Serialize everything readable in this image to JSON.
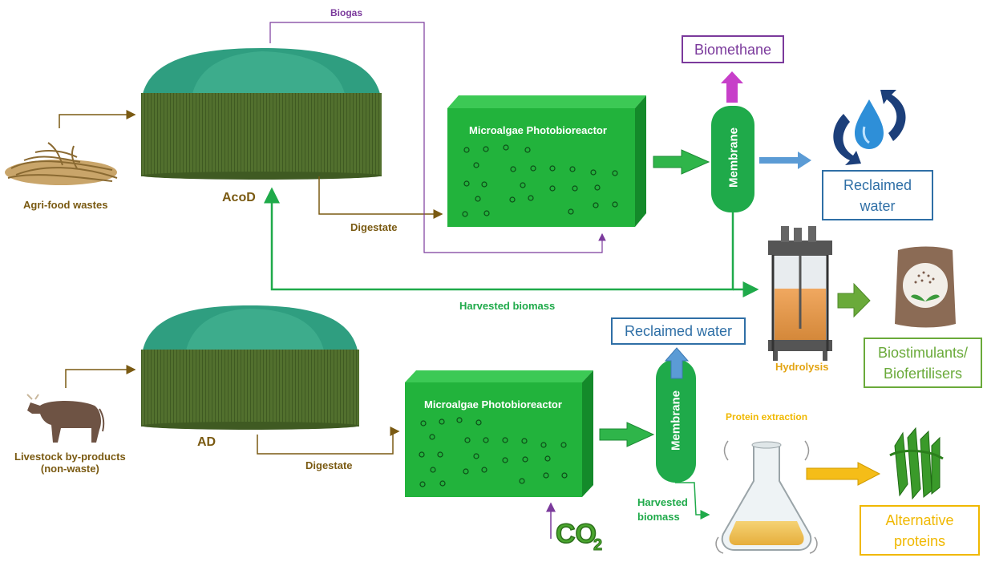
{
  "labels": {
    "agri_food_wastes": "Agri-food wastes",
    "acod": "AcoD",
    "biogas": "Biogas",
    "digestate_top": "Digestate",
    "harvested_biomass_top": "Harvested biomass",
    "livestock_line1": "Livestock by-products",
    "livestock_line2": "(non-waste)",
    "ad": "AD",
    "digestate_bottom": "Digestate",
    "harvested_biomass_bottom_line1": "Harvested",
    "harvested_biomass_bottom_line2": "biomass",
    "hydrolysis": "Hydrolysis",
    "protein_extraction": "Protein extraction",
    "co2_main": "CO",
    "co2_sub": "2"
  },
  "reactors": {
    "top": "Microalgae Photobioreactor",
    "bottom": "Microalgae Photobioreactor"
  },
  "membranes": {
    "top": "Membrane",
    "bottom": "Membrane"
  },
  "boxes": {
    "biomethane": "Biomethane",
    "reclaimed_water_top_line1": "Reclaimed",
    "reclaimed_water_top_line2": "water",
    "reclaimed_water_bottom": "Reclaimed water",
    "biostimulants_line1": "Biostimulants/",
    "biostimulants_line2": "Biofertilisers",
    "alt_proteins_line1": "Alternative",
    "alt_proteins_line2": "proteins"
  },
  "colors": {
    "digester_dome": "#2f9e80",
    "digester_body": "#4d6b2c",
    "reactor_front": "#22b33c",
    "reactor_side": "#148a2a",
    "membrane": "#1faa4a",
    "flow_brown": "#7a5a12",
    "flow_green": "#1faa4a",
    "flow_purple": "#7b3a9c",
    "box_purple": "#7b3a9c",
    "box_blue": "#2f6fa6",
    "box_green": "#6aaa3a",
    "box_yellow": "#f0b800"
  },
  "icons": [
    "straw-waste-icon",
    "cow-icon",
    "water-drop-recycle-icon",
    "bioreactor-vessel-icon",
    "fertiliser-bag-icon",
    "erlenmeyer-flask-icon",
    "protein-structure-icon",
    "co2-icon"
  ]
}
